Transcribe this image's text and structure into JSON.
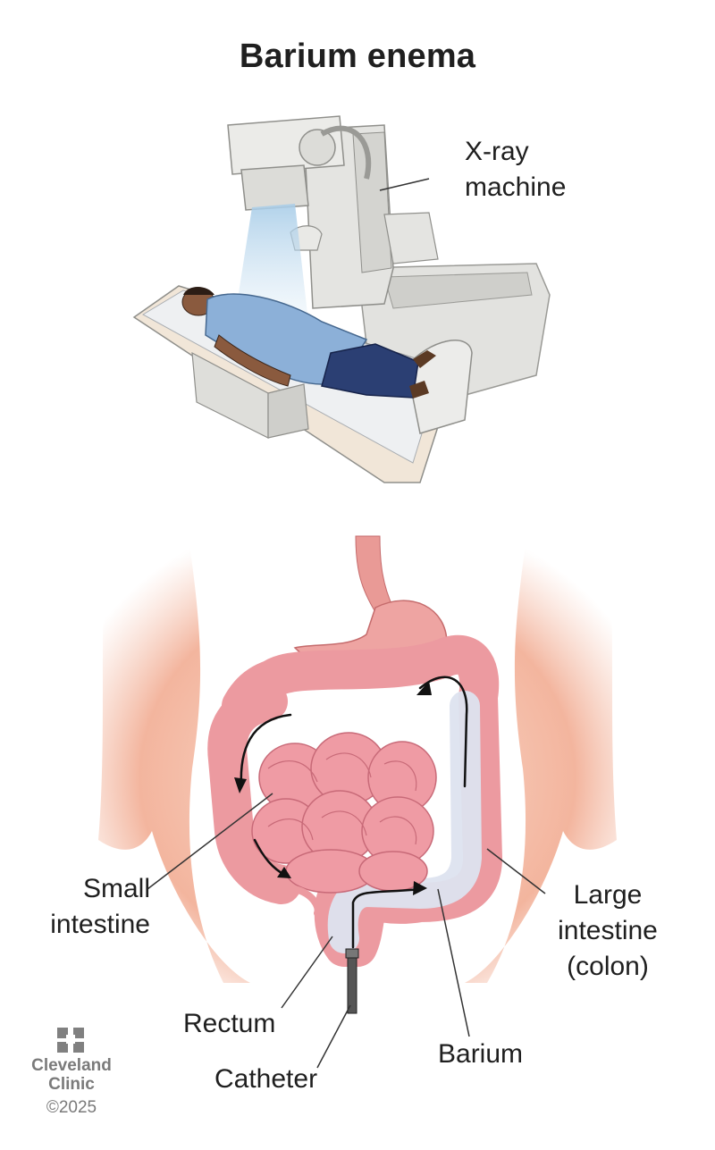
{
  "title": "Barium enema",
  "labels": {
    "xray_line1": "X-ray",
    "xray_line2": "machine",
    "small_line1": "Small",
    "small_line2": "intestine",
    "large_line1": "Large",
    "large_line2": "intestine",
    "large_line3": "(colon)",
    "rectum": "Rectum",
    "catheter": "Catheter",
    "barium": "Barium"
  },
  "logo": {
    "line1": "Cleveland",
    "line2": "Clinic",
    "copyright": "©2025"
  },
  "icons": [
    "xray-machine-illustration",
    "patient-figure",
    "torso-illustration",
    "intestine-illustration",
    "cleveland-clinic-logo-icon"
  ],
  "colors": {
    "skin": "#f3b9a4",
    "intestine": "#ee9aa0",
    "barium": "#dde3ef",
    "machine": "#d9d9d6",
    "gown": "#8cb0d8",
    "pants": "#2b3f73"
  }
}
